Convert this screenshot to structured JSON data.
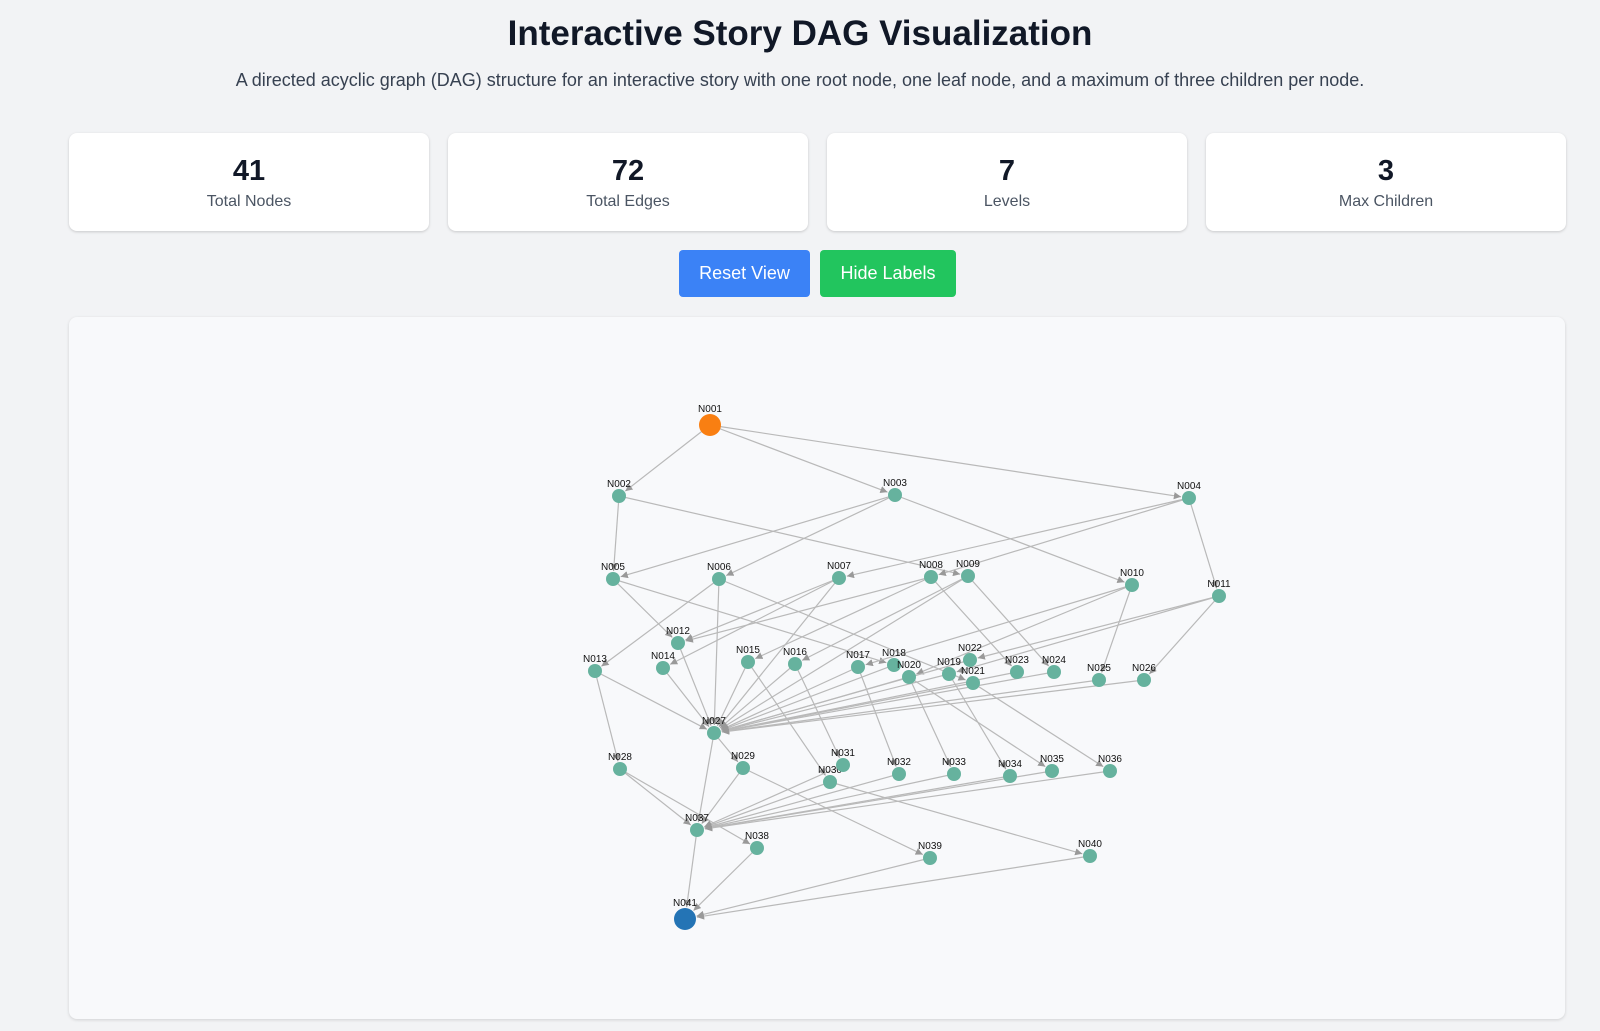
{
  "header": {
    "title": "Interactive Story DAG Visualization",
    "subtitle": "A directed acyclic graph (DAG) structure for an interactive story with one root node, one leaf node, and a maximum of three children per node."
  },
  "stats": [
    {
      "value": "41",
      "label": "Total Nodes"
    },
    {
      "value": "72",
      "label": "Total Edges"
    },
    {
      "value": "7",
      "label": "Levels"
    },
    {
      "value": "3",
      "label": "Max Children"
    }
  ],
  "controls": {
    "reset_label": "Reset View",
    "hide_labels_label": "Hide Labels"
  },
  "colors": {
    "root": "#f97f12",
    "leaf": "#2474b5",
    "node": "#66b29e",
    "edge": "#b9b9b9",
    "reset_button": "#3b82f6",
    "hide_button": "#22c55e"
  },
  "graph": {
    "nodes": [
      {
        "id": "N001",
        "type": "root"
      },
      {
        "id": "N002",
        "type": "node"
      },
      {
        "id": "N003",
        "type": "node"
      },
      {
        "id": "N004",
        "type": "node"
      },
      {
        "id": "N005",
        "type": "node"
      },
      {
        "id": "N006",
        "type": "node"
      },
      {
        "id": "N007",
        "type": "node"
      },
      {
        "id": "N008",
        "type": "node"
      },
      {
        "id": "N009",
        "type": "node"
      },
      {
        "id": "N010",
        "type": "node"
      },
      {
        "id": "N011",
        "type": "node"
      },
      {
        "id": "N012",
        "type": "node"
      },
      {
        "id": "N013",
        "type": "node"
      },
      {
        "id": "N014",
        "type": "node"
      },
      {
        "id": "N015",
        "type": "node"
      },
      {
        "id": "N016",
        "type": "node"
      },
      {
        "id": "N017",
        "type": "node"
      },
      {
        "id": "N018",
        "type": "node"
      },
      {
        "id": "N019",
        "type": "node"
      },
      {
        "id": "N020",
        "type": "node"
      },
      {
        "id": "N021",
        "type": "node"
      },
      {
        "id": "N022",
        "type": "node"
      },
      {
        "id": "N023",
        "type": "node"
      },
      {
        "id": "N024",
        "type": "node"
      },
      {
        "id": "N025",
        "type": "node"
      },
      {
        "id": "N026",
        "type": "node"
      },
      {
        "id": "N027",
        "type": "node"
      },
      {
        "id": "N028",
        "type": "node"
      },
      {
        "id": "N029",
        "type": "node"
      },
      {
        "id": "N030",
        "type": "node"
      },
      {
        "id": "N031",
        "type": "node"
      },
      {
        "id": "N032",
        "type": "node"
      },
      {
        "id": "N033",
        "type": "node"
      },
      {
        "id": "N034",
        "type": "node"
      },
      {
        "id": "N035",
        "type": "node"
      },
      {
        "id": "N036",
        "type": "node"
      },
      {
        "id": "N037",
        "type": "node"
      },
      {
        "id": "N038",
        "type": "node"
      },
      {
        "id": "N039",
        "type": "node"
      },
      {
        "id": "N040",
        "type": "node"
      },
      {
        "id": "N041",
        "type": "leaf"
      }
    ],
    "edges": [
      [
        "N001",
        "N002"
      ],
      [
        "N001",
        "N003"
      ],
      [
        "N001",
        "N004"
      ],
      [
        "N002",
        "N005"
      ],
      [
        "N002",
        "N009"
      ],
      [
        "N003",
        "N005"
      ],
      [
        "N003",
        "N006"
      ],
      [
        "N003",
        "N010"
      ],
      [
        "N004",
        "N007"
      ],
      [
        "N004",
        "N008"
      ],
      [
        "N004",
        "N011"
      ],
      [
        "N005",
        "N012"
      ],
      [
        "N005",
        "N018"
      ],
      [
        "N006",
        "N013"
      ],
      [
        "N006",
        "N021"
      ],
      [
        "N006",
        "N027"
      ],
      [
        "N007",
        "N014"
      ],
      [
        "N007",
        "N012"
      ],
      [
        "N007",
        "N027"
      ],
      [
        "N008",
        "N015"
      ],
      [
        "N008",
        "N012"
      ],
      [
        "N008",
        "N023"
      ],
      [
        "N009",
        "N016"
      ],
      [
        "N009",
        "N024"
      ],
      [
        "N009",
        "N027"
      ],
      [
        "N010",
        "N017"
      ],
      [
        "N010",
        "N020"
      ],
      [
        "N010",
        "N025"
      ],
      [
        "N011",
        "N019"
      ],
      [
        "N011",
        "N022"
      ],
      [
        "N011",
        "N026"
      ],
      [
        "N012",
        "N027"
      ],
      [
        "N013",
        "N027"
      ],
      [
        "N013",
        "N028"
      ],
      [
        "N014",
        "N027"
      ],
      [
        "N015",
        "N027"
      ],
      [
        "N015",
        "N030"
      ],
      [
        "N016",
        "N027"
      ],
      [
        "N016",
        "N031"
      ],
      [
        "N017",
        "N027"
      ],
      [
        "N017",
        "N032"
      ],
      [
        "N018",
        "N027"
      ],
      [
        "N019",
        "N027"
      ],
      [
        "N019",
        "N034"
      ],
      [
        "N020",
        "N027"
      ],
      [
        "N020",
        "N033"
      ],
      [
        "N020",
        "N035"
      ],
      [
        "N021",
        "N027"
      ],
      [
        "N021",
        "N036"
      ],
      [
        "N022",
        "N027"
      ],
      [
        "N023",
        "N027"
      ],
      [
        "N024",
        "N027"
      ],
      [
        "N025",
        "N027"
      ],
      [
        "N026",
        "N027"
      ],
      [
        "N027",
        "N029"
      ],
      [
        "N027",
        "N037"
      ],
      [
        "N028",
        "N037"
      ],
      [
        "N028",
        "N038"
      ],
      [
        "N029",
        "N037"
      ],
      [
        "N029",
        "N039"
      ],
      [
        "N030",
        "N037"
      ],
      [
        "N030",
        "N040"
      ],
      [
        "N031",
        "N037"
      ],
      [
        "N032",
        "N037"
      ],
      [
        "N033",
        "N037"
      ],
      [
        "N034",
        "N037"
      ],
      [
        "N035",
        "N037"
      ],
      [
        "N036",
        "N037"
      ],
      [
        "N037",
        "N041"
      ],
      [
        "N038",
        "N041"
      ],
      [
        "N039",
        "N041"
      ],
      [
        "N040",
        "N041"
      ]
    ]
  }
}
